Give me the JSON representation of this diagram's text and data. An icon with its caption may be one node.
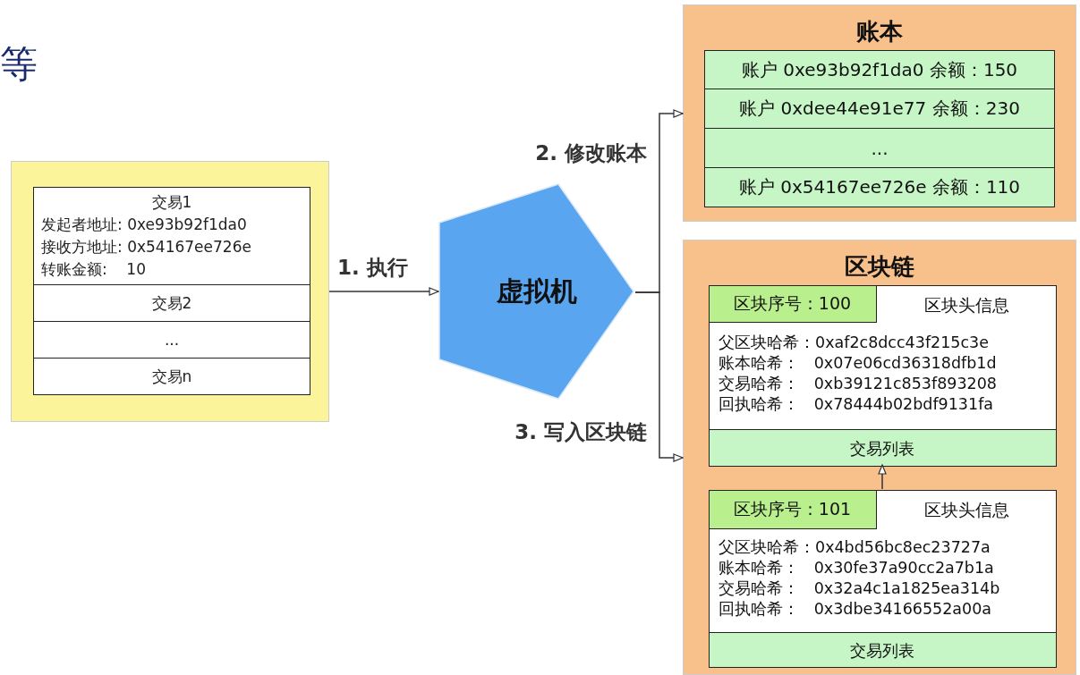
{
  "diagram": {
    "nodes": [
      {
        "text": [],
        "shape": "box"
      },
      {
        "text": [
          "交易1",
          "发起者地址: 0xe93b92f1da0",
          "接收方地址: 0x54167ee726e",
          "转账金额:    10"
        ],
        "in": 0
      },
      {
        "text": [
          "交易2"
        ],
        "in": 0
      },
      {
        "text": [
          "..."
        ],
        "in": 0
      },
      {
        "text": [
          "交易n"
        ],
        "in": 0
      },
      {
        "text": [
          "虚拟机"
        ]
      },
      {
        "text": [
          "账本"
        ]
      },
      {
        "text": [
          "账户 0xe93b92f1da0 余额：150"
        ],
        "in": 6
      },
      {
        "text": [
          "账户 0xdee44e91e77 余额：230"
        ],
        "in": 6
      },
      {
        "text": [
          "..."
        ],
        "in": 6
      },
      {
        "text": [
          "账户 0x54167ee726e 余额：110"
        ],
        "in": 6
      },
      {
        "text": [
          "区块链"
        ]
      },
      {
        "text": [
          "区块头信息",
          "父区块哈希：0xaf2c8dcc43f215c3e",
          "账本哈希：   0x07e06cd36318dfb1d",
          "交易哈希：   0xb39121c853f893208",
          "回执哈希：   0x78444b02bdf9131fa"
        ],
        "in": 11
      },
      {
        "text": [
          "区块序号：100"
        ],
        "in": 12
      },
      {
        "text": [
          "交易列表"
        ],
        "in": 12
      },
      {
        "text": [
          "区块头信息",
          "父区块哈希：0x4bd56bc8ec23727a",
          "账本哈希：   0x30fe37a90cc2a7b1a",
          "交易哈希：   0x32a4c1a1825ea314b",
          "回执哈希：   0x3dbe34166552a00a"
        ],
        "in": 11
      },
      {
        "text": [
          "区块序号：101"
        ],
        "in": 15
      },
      {
        "text": [
          "交易列表"
        ],
        "in": 15
      }
    ],
    "edges": [
      {
        "from": 0,
        "to": 5,
        "arrow": "to",
        "label": "1. 执行"
      },
      {
        "from": 5,
        "to": 6,
        "arrow": "to",
        "label": "2. 修改账本"
      },
      {
        "from": 5,
        "to": 11,
        "arrow": "to",
        "label": "3. 写入区块链"
      },
      {
        "from": 15,
        "to": 14,
        "arrow": "to"
      }
    ],
    "labels": [
      "等"
    ]
  }
}
